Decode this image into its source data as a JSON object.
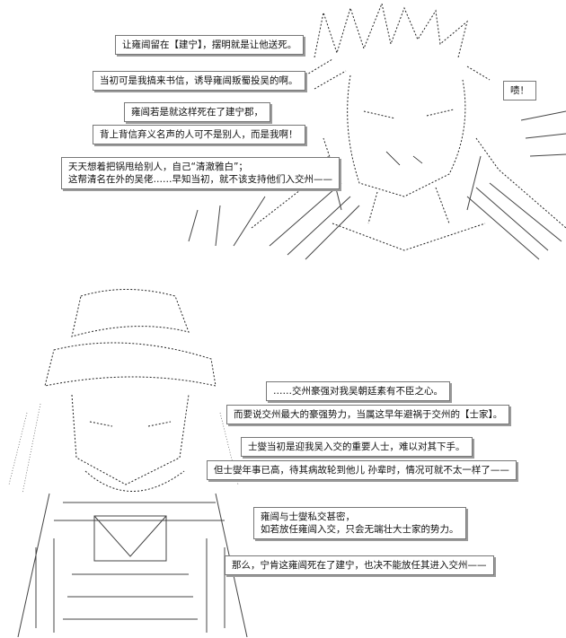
{
  "top_panel": {
    "captions": [
      "让雍闿留在【建宁】，摆明就是让他送死。",
      "当初可是我搞来书信，诱导雍闿叛蜀投吴的啊。",
      "雍闿若是就这样死在了建宁郡，",
      "背上背信弃义名声的人可不是别人，而是我啊！",
      "天天想着把锅甩给别人，自己“清澈雅白”；\n这帮清名在外的吴佬……早知当初，就不该支持他们入交州——"
    ],
    "sound_effect": "啧！"
  },
  "bottom_panel": {
    "captions": [
      "……交州豪强对我吴朝廷素有不臣之心。",
      "而要说交州最大的豪强势力，当属这早年避祸于交州的【士家】。",
      "士燮当初是迎我吴入交的重要人士，难以对其下手。",
      "但士燮年事已高，待其病故轮到他儿 孙辈时，情况可就不太一样了——",
      "雍闿与士燮私交甚密，\n如若放任雍闿入交，只会无端壮大士家的势力。",
      "那么，宁肯这雍闿死在了建宁，也决不能放任其进入交州——"
    ]
  }
}
